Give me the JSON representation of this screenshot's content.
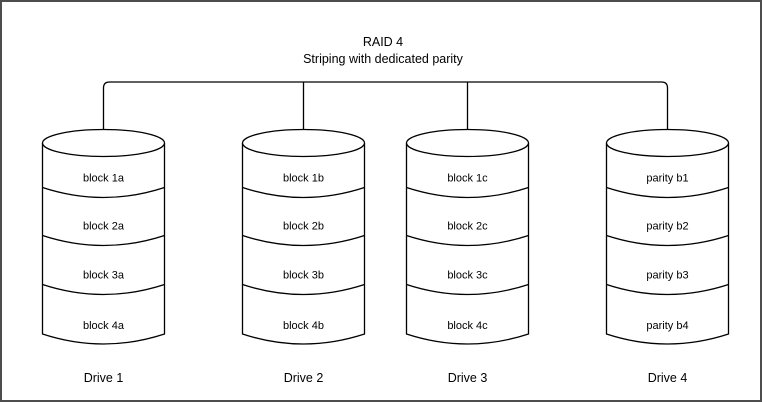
{
  "diagram": {
    "title": "RAID 4",
    "subtitle": "Striping with dedicated parity",
    "colors": {
      "stroke": "#000000",
      "fill": "#ffffff",
      "background": "#ffffff",
      "border": "#4d4d4d"
    },
    "drives": [
      {
        "label": "Drive 1",
        "blocks": [
          "block 1a",
          "block 2a",
          "block 3a",
          "block 4a"
        ]
      },
      {
        "label": "Drive 2",
        "blocks": [
          "block 1b",
          "block 2b",
          "block 3b",
          "block 4b"
        ]
      },
      {
        "label": "Drive 3",
        "blocks": [
          "block 1c",
          "block 2c",
          "block 3c",
          "block 4c"
        ]
      },
      {
        "label": "Drive 4",
        "blocks": [
          "parity b1",
          "parity b2",
          "parity b3",
          "parity b4"
        ]
      }
    ]
  }
}
